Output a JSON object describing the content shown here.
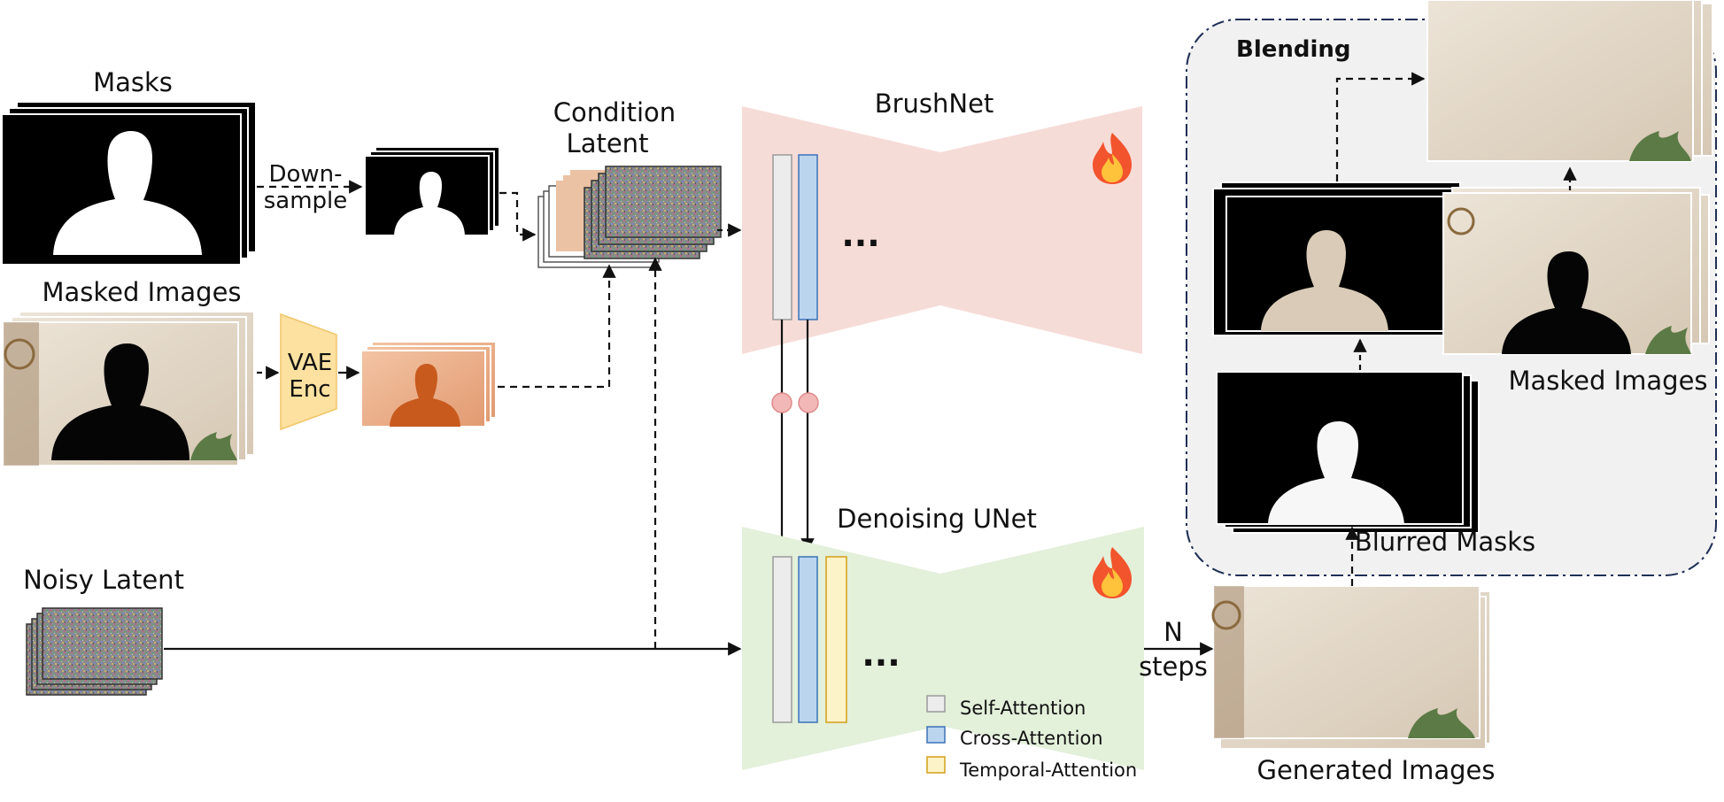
{
  "labels": {
    "masks": "Masks",
    "downsample_line1": "Down-",
    "downsample_line2": "sample",
    "masked_images_left": "Masked Images",
    "vae_line1": "VAE",
    "vae_line2": "Enc",
    "condition_line1": "Condition",
    "condition_line2": "Latent",
    "brushnet": "BrushNet",
    "denoising_unet": "Denoising UNet",
    "noisy_latent": "Noisy Latent",
    "ellipsis": "...",
    "n_steps_line1": "N",
    "n_steps_line2": "steps",
    "generated_images": "Generated Images",
    "blending": "Blending",
    "masked_images_right": "Masked Images",
    "blurred_masks": "Blurred Masks"
  },
  "legend": [
    {
      "label": "Self-Attention",
      "fill": "#ececec",
      "stroke": "#9a9a9a"
    },
    {
      "label": "Cross-Attention",
      "fill": "#bcd5ef",
      "stroke": "#3a72b8"
    },
    {
      "label": "Temporal-Attention",
      "fill": "#fdf3c8",
      "stroke": "#d4a017"
    }
  ],
  "colors": {
    "brushnet_bg": "#f6dcd7",
    "unet_bg": "#e3f0da",
    "vae_bg": "#fde1a0",
    "blend_bg": "#f1f1f1",
    "blend_border": "#1f2f55",
    "connector_dot": "#f2b8b8",
    "wall": "#e2d7c8",
    "tinted": "#e6a07a"
  },
  "icons": {
    "fire": "fire-icon"
  }
}
